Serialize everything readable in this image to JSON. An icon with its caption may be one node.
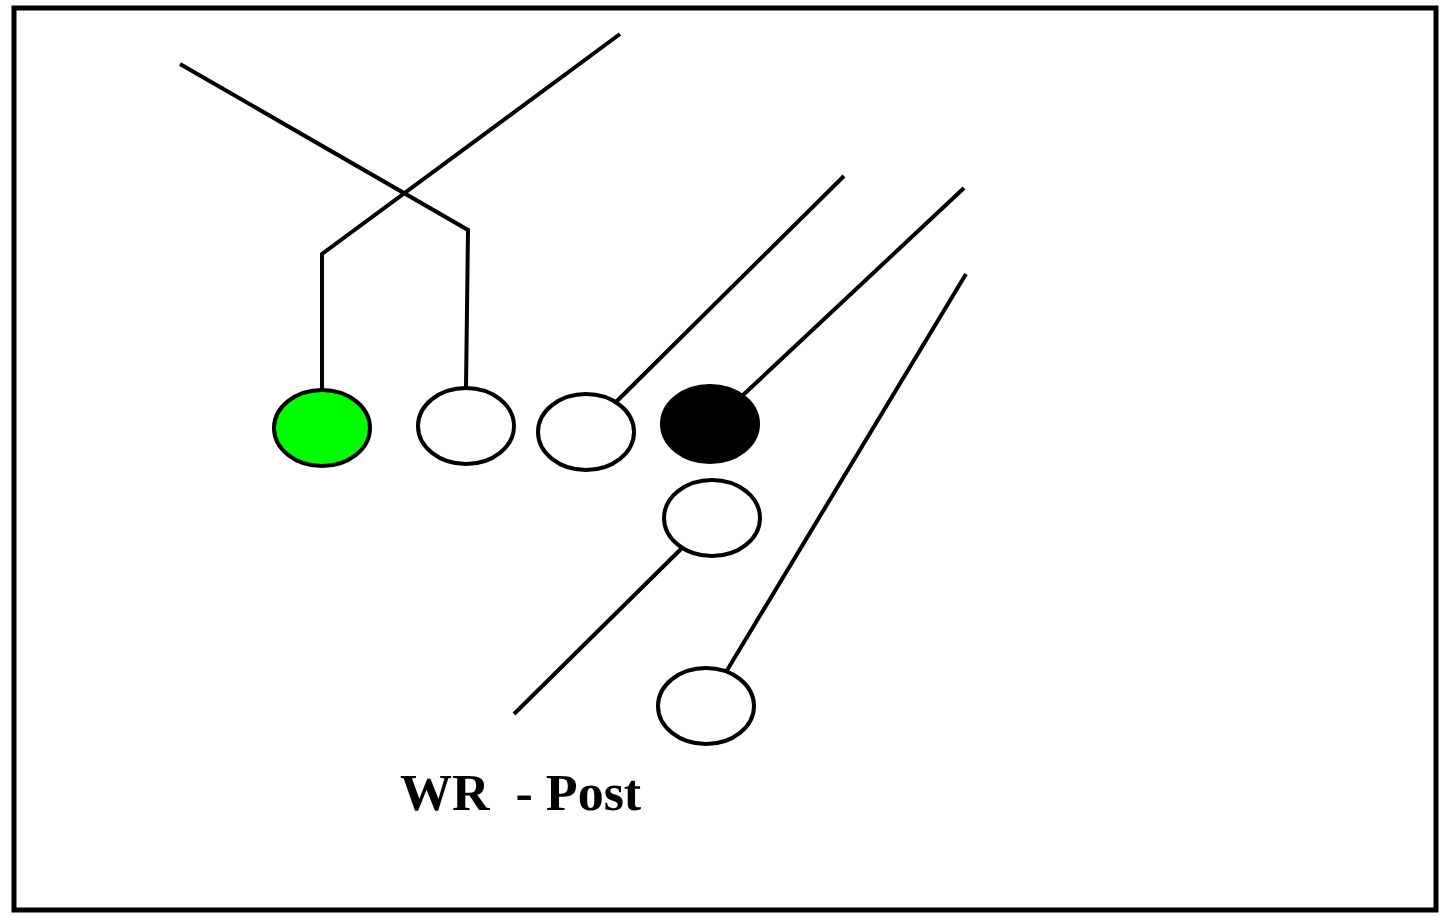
{
  "diagram": {
    "nodes": [
      {
        "text": [],
        "shape": "circle"
      },
      {
        "text": [],
        "shape": "circle"
      },
      {
        "text": [],
        "shape": "circle"
      },
      {
        "text": [],
        "shape": "circle"
      },
      {
        "text": [],
        "shape": "circle"
      },
      {
        "text": [],
        "shape": "circle"
      }
    ],
    "edges": [
      {
        "from": 0,
        "to": null,
        "arrow": "none"
      },
      {
        "from": 1,
        "to": null,
        "arrow": "none"
      },
      {
        "from": 2,
        "to": null,
        "arrow": "none"
      },
      {
        "from": 3,
        "to": null,
        "arrow": "none"
      },
      {
        "from": 4,
        "to": null,
        "arrow": "none"
      },
      {
        "from": 5,
        "to": null,
        "arrow": "none"
      }
    ],
    "labels": [
      "WR  - Post"
    ]
  }
}
